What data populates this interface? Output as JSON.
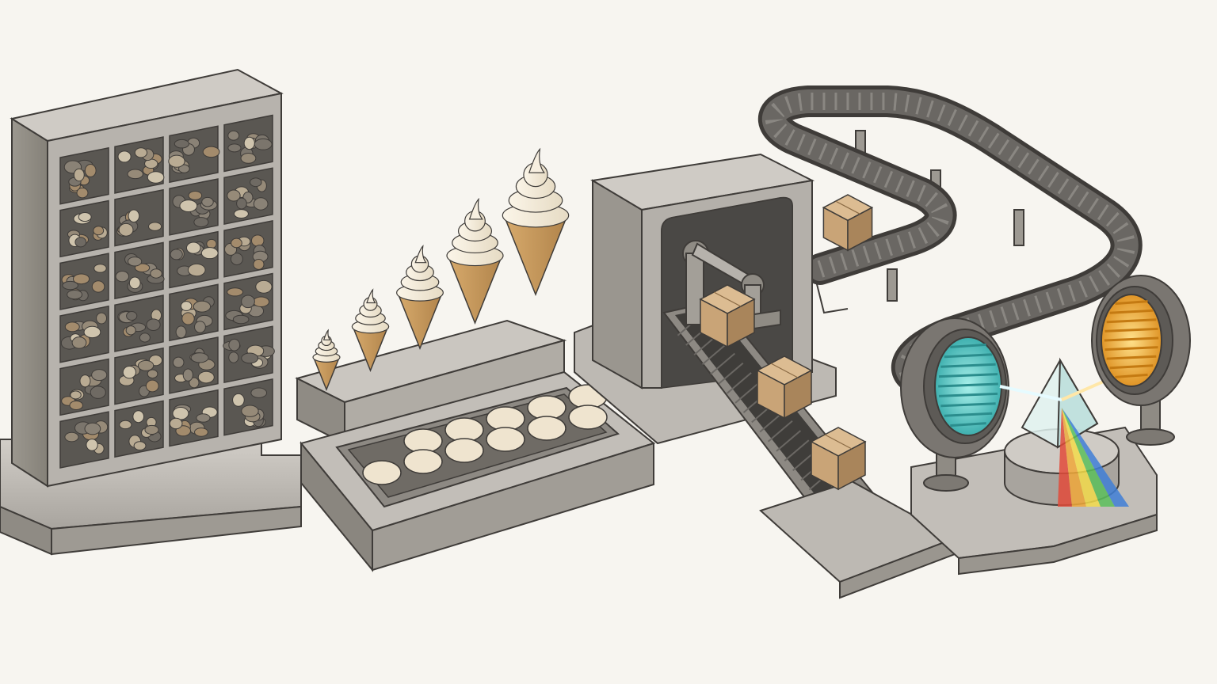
{
  "scene": {
    "background": "#f7f5f0",
    "palette": {
      "metal_light": "#c9c5bf",
      "metal_mid": "#a9a5a0",
      "metal_dark": "#7d7973",
      "outline": "#3f3c39",
      "belt": "#55534f",
      "cardboard": "#c9a477",
      "cardboard_dark": "#a9855b",
      "cream": "#f2e9d6",
      "waffle": "#c99a5e",
      "lens_cyan": "#4fc9c6",
      "lens_amber": "#f0a83a",
      "prism": "#d9efee"
    },
    "stations": [
      {
        "name": "pebble-shelf",
        "icon": "pebbles-icon",
        "grid": {
          "rows": 6,
          "cols": 4
        }
      },
      {
        "name": "ice-cream-cone-display",
        "icon": "ice-cream-cone-icon",
        "cone_count": 5
      },
      {
        "name": "disc-tray",
        "icon": "disc-icon",
        "disc_count": 11
      },
      {
        "name": "robotic-arm-gantry",
        "icon": "robot-arm-icon",
        "box_count": 4
      },
      {
        "name": "serpentine-conveyor",
        "icon": "conveyor-icon"
      },
      {
        "name": "lens-and-prism-array",
        "icon": "prism-icon",
        "lens_count": 2,
        "spectrum": [
          "#e24b3a",
          "#f0a83a",
          "#f3dc4a",
          "#5cbf5a",
          "#3f7fd6"
        ]
      }
    ]
  }
}
